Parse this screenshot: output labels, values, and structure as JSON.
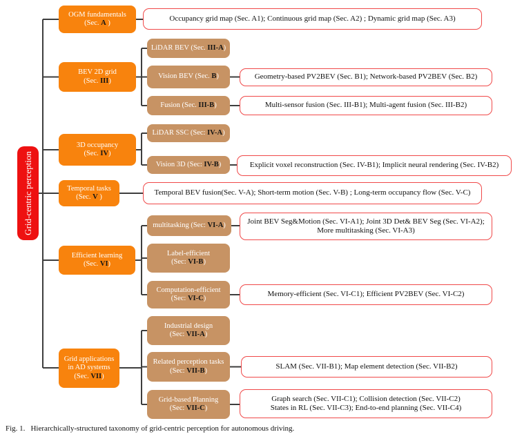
{
  "root": {
    "label": "Grid-centric perception"
  },
  "colors": {
    "root_red": "#ee1111",
    "level2_orange": "#f8830d",
    "level3_tan": "#c79364",
    "leaf_border_red": "#f04848",
    "connector_gray": "#3d3d3d",
    "section_token": "#141414"
  },
  "l2": {
    "ogm": {
      "line1": "OGM fundamentals",
      "pre": "(Sec. ",
      "sec": "A",
      "post": " )"
    },
    "bev": {
      "line1": "BEV 2D grid",
      "pre": "(Sec. ",
      "sec": "III",
      "post": ")"
    },
    "occ": {
      "line1": "3D occupancy",
      "pre": "(Sec. ",
      "sec": "IV",
      "post": ")"
    },
    "temporal": {
      "line1": "Temporal tasks",
      "pre": "(Sec. ",
      "sec": "V",
      "post": " )"
    },
    "efficient": {
      "line1": "Efficient learning",
      "pre": "(Sec. ",
      "sec": "VI",
      "post": ")"
    },
    "gridapp": {
      "line1": "Grid applications",
      "line2": "in AD systems",
      "pre": "(Sec. ",
      "sec": "VII",
      "post": ")"
    }
  },
  "l3": {
    "lidarbev": {
      "pre": "LiDAR BEV (Sec. ",
      "sec": "III-A",
      "post": ")"
    },
    "visionbev": {
      "pre": "Vision BEV (Sec. ",
      "sec": "B",
      "post": ")"
    },
    "fusion": {
      "pre": "Fusion (Sec. ",
      "sec": "III-B",
      "post": ")"
    },
    "lidarssc": {
      "pre": "LiDAR SSC (Sec: ",
      "sec": "IV-A",
      "post": ")"
    },
    "vision3d": {
      "pre": "Vision 3D (Sec: ",
      "sec": "IV-B",
      "post": ")"
    },
    "multitask": {
      "pre": "multitasking (Sec: ",
      "sec": "VI-A",
      "post": ")"
    },
    "labeleff": {
      "line1": "Label-efficient",
      "pre": "(Sec: ",
      "sec": "VI-B",
      "post": ")"
    },
    "compeff": {
      "line1": "Computation-efficient",
      "pre": "(Sec: ",
      "sec": "VI-C",
      "post": ")"
    },
    "industrial": {
      "line1": "Industrial design",
      "pre": "(Sec: ",
      "sec": "VII-A",
      "post": ")"
    },
    "related": {
      "line1": "Related perception tasks",
      "pre": "(Sec: ",
      "sec": "VII-B",
      "post": ")"
    },
    "planning": {
      "line1": "Grid-based Planning",
      "pre": "(Sec: ",
      "sec": "VII-C",
      "post": ")"
    }
  },
  "leaves": {
    "ogm": "Occupancy grid map (Sec. A1); Continuous grid map (Sec. A2) ; Dynamic grid map (Sec. A3)",
    "pv2bev": "Geometry-based PV2BEV (Sec. B1); Network-based PV2BEV (Sec. B2)",
    "fusion": "Multi-sensor fusion (Sec. III-B1); Multi-agent fusion (Sec. III-B2)",
    "voxel": "Explicit voxel reconstruction (Sec. IV-B1); Implicit neural rendering (Sec. IV-B2)",
    "temporal": "Temporal BEV fusion(Sec. V-A); Short-term motion (Sec. V-B) ; Long-term occupancy flow (Sec. V-C)",
    "joint": "Joint BEV Seg&Motion (Sec. VI-A1); Joint 3D Det& BEV Seg (Sec. VI-A2); More multitasking (Sec. VI-A3)",
    "memory": "Memory-efficient (Sec. VI-C1); Efficient PV2BEV (Sec. VI-C2)",
    "slam": "SLAM (Sec. VII-B1); Map element detection (Sec. VII-B2)",
    "graph1": "Graph search (Sec. VII-C1); Collision detection (Sec. VII-C2)",
    "graph2": "States in RL (Sec. VII-C3); End-to-end planning (Sec. VII-C4)"
  },
  "caption": {
    "figno": "Fig. 1.",
    "text": "Hierarchically-structured taxonomy of grid-centric perception for autonomous driving."
  }
}
